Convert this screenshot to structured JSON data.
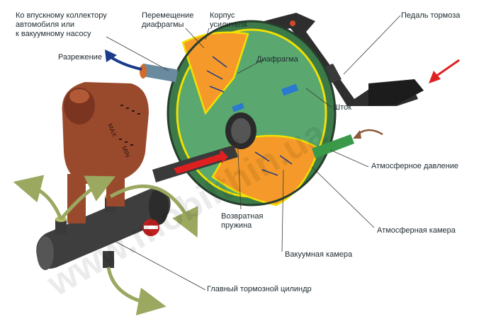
{
  "labels": {
    "intake": "Ко впускному коллектору\nавтомобиля или\nк вакуумному насосу",
    "diaphragm_move": "Перемещение\nдиафрагмы",
    "booster_body": "Корпус\nусилителя",
    "brake_pedal": "Педаль тормоза",
    "vacuum": "Разрежение",
    "diaphragm": "Диафрагма",
    "rod": "Шток",
    "atm_pressure": "Атмосферное давление",
    "return_spring": "Возвратная\nпружина",
    "atm_chamber": "Атмосферная камера",
    "vacuum_chamber": "Вакуумная камера",
    "master_cylinder": "Главный тормозной цилиндр"
  },
  "reservoir": {
    "max_label": "MAX",
    "min_label": "MIN"
  },
  "watermark": {
    "text": "www.mobilthin.ua"
  },
  "colors": {
    "reservoir": "#9a4a2c",
    "booster_shell": "#4a9a5c",
    "vacuum_chamber": "#f59a2a",
    "outline_yellow": "#f2e000",
    "arrow_blue": "#1a3a8a",
    "arrow_red": "#e02020",
    "arrow_brown": "#8a5a3a",
    "arrow_olive": "#9aa860",
    "metal_dark": "#3c3c3c"
  }
}
